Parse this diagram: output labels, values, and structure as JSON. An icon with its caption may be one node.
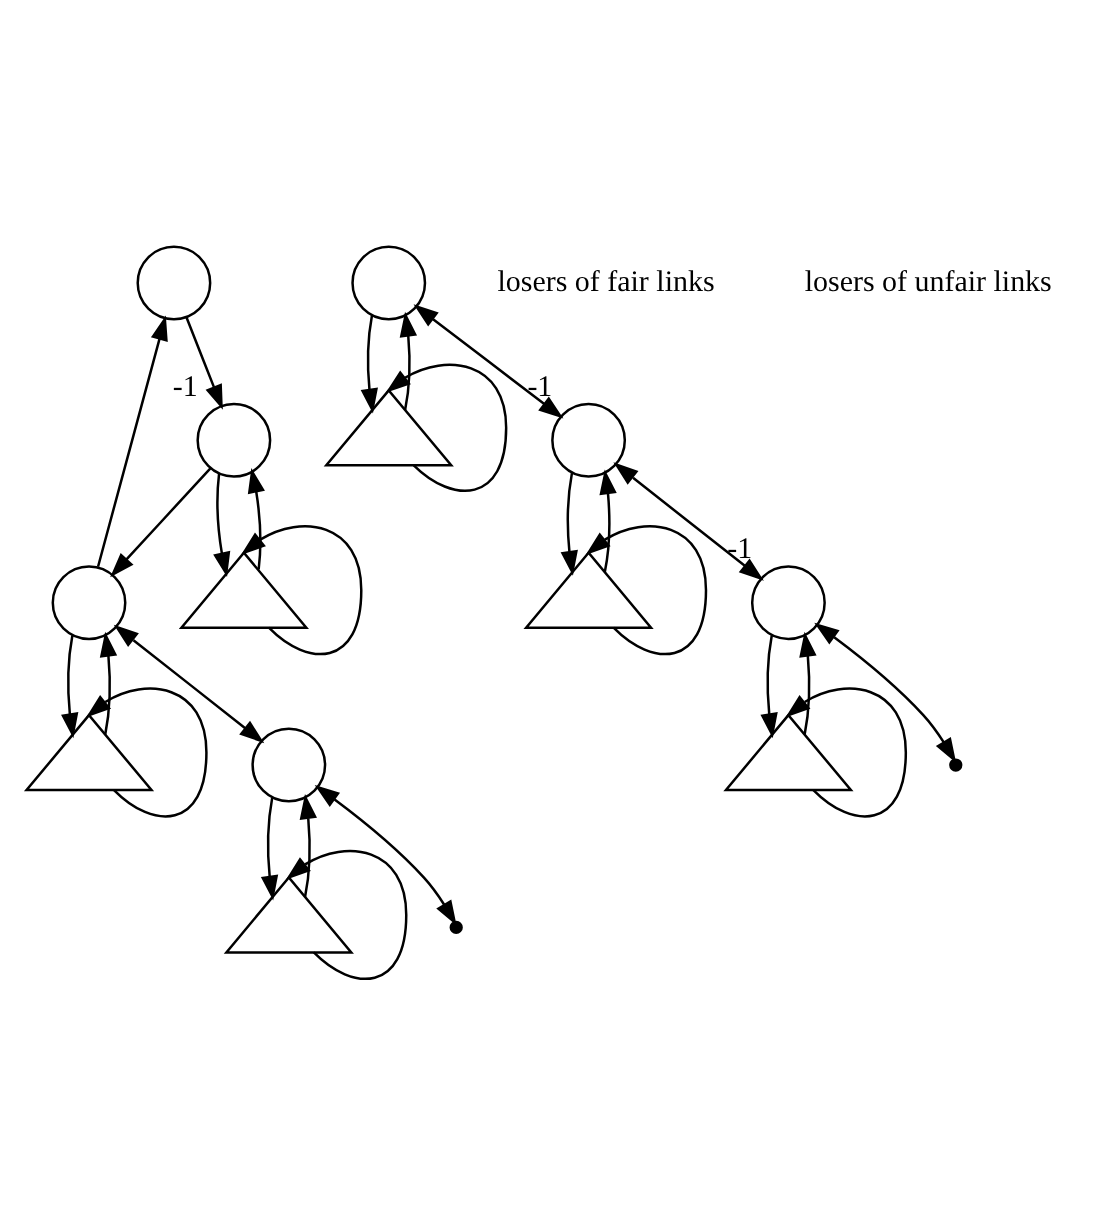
{
  "diagram": {
    "nodes": [
      {
        "text": [],
        "shape": "circle"
      },
      {
        "text": [],
        "shape": "circle"
      },
      {
        "text": [],
        "shape": "triangle"
      },
      {
        "text": [],
        "shape": "circle"
      },
      {
        "text": [],
        "shape": "triangle"
      },
      {
        "text": [],
        "shape": "circle"
      },
      {
        "text": [],
        "shape": "triangle"
      },
      {
        "text": [],
        "shape": "circle",
        "beside": [
          "-1"
        ]
      },
      {
        "text": [],
        "shape": "triangle"
      },
      {
        "text": [],
        "shape": "circle",
        "beside": [
          "-1"
        ]
      },
      {
        "text": [],
        "shape": "triangle"
      },
      {
        "text": [],
        "shape": "circle",
        "beside": [
          "-1"
        ]
      },
      {
        "text": [],
        "shape": "triangle"
      }
    ],
    "edges": [
      {
        "from": 1,
        "to": 0,
        "arrow": "to"
      },
      {
        "from": 0,
        "to": 11,
        "arrow": "to"
      },
      {
        "from": 11,
        "to": 1,
        "arrow": "to"
      },
      {
        "from": 2,
        "to": 1,
        "arrow": "to"
      },
      {
        "from": 1,
        "to": 2,
        "arrow": "to"
      },
      {
        "from": 2,
        "to": 2,
        "arrow": "to"
      },
      {
        "from": 1,
        "to": 3,
        "arrow": "both"
      },
      {
        "from": 4,
        "to": 3,
        "arrow": "to"
      },
      {
        "from": 3,
        "to": 4,
        "arrow": "to"
      },
      {
        "from": 4,
        "to": 4,
        "arrow": "to"
      },
      {
        "from": 3,
        "to": null,
        "arrow": "both"
      },
      {
        "from": 6,
        "to": 5,
        "arrow": "to"
      },
      {
        "from": 5,
        "to": 6,
        "arrow": "to"
      },
      {
        "from": 6,
        "to": 6,
        "arrow": "to"
      },
      {
        "from": 5,
        "to": 7,
        "arrow": "both"
      },
      {
        "from": 8,
        "to": 7,
        "arrow": "to"
      },
      {
        "from": 7,
        "to": 8,
        "arrow": "to"
      },
      {
        "from": 8,
        "to": 8,
        "arrow": "to"
      },
      {
        "from": 7,
        "to": 9,
        "arrow": "both"
      },
      {
        "from": 10,
        "to": 9,
        "arrow": "to"
      },
      {
        "from": 9,
        "to": 10,
        "arrow": "to"
      },
      {
        "from": 10,
        "to": 10,
        "arrow": "to"
      },
      {
        "from": 9,
        "to": null,
        "arrow": "both"
      },
      {
        "from": 12,
        "to": 11,
        "arrow": "to"
      },
      {
        "from": 11,
        "to": 12,
        "arrow": "to"
      },
      {
        "from": 12,
        "to": 12,
        "arrow": "to"
      }
    ],
    "labels": [
      "losers of fair links",
      "losers of unfair links"
    ]
  }
}
